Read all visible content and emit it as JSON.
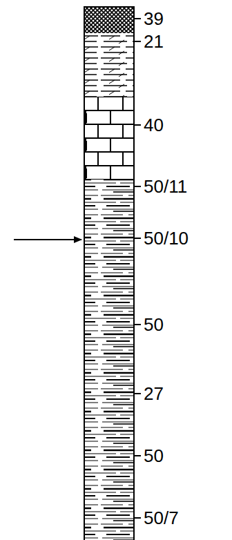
{
  "diagram": {
    "labels": [
      "39",
      "21",
      "40",
      "50/11",
      "50/10",
      "50",
      "27",
      "50",
      "50/7"
    ]
  }
}
